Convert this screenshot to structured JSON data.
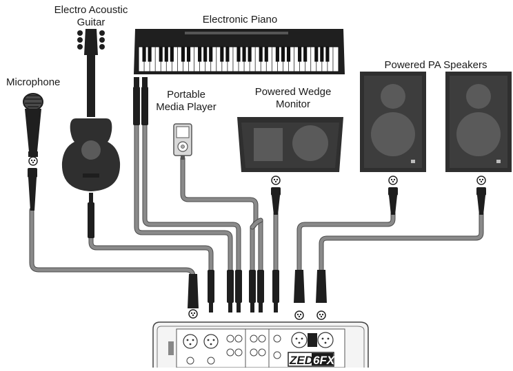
{
  "labels": {
    "guitar": [
      "Electro Acoustic",
      "Guitar"
    ],
    "piano": "Electronic Piano",
    "microphone": "Microphone",
    "media_player": [
      "Portable",
      "Media Player"
    ],
    "wedge": [
      "Powered Wedge",
      "Monitor"
    ],
    "speakers": "Powered PA Speakers"
  },
  "mixer": {
    "brand_left": "ZED",
    "brand_right": "6FX"
  },
  "colors": {
    "device_body": "#2f2f2f",
    "cable": "#8a8a8a",
    "plug": "#1e1e1e",
    "background": "#ffffff"
  }
}
